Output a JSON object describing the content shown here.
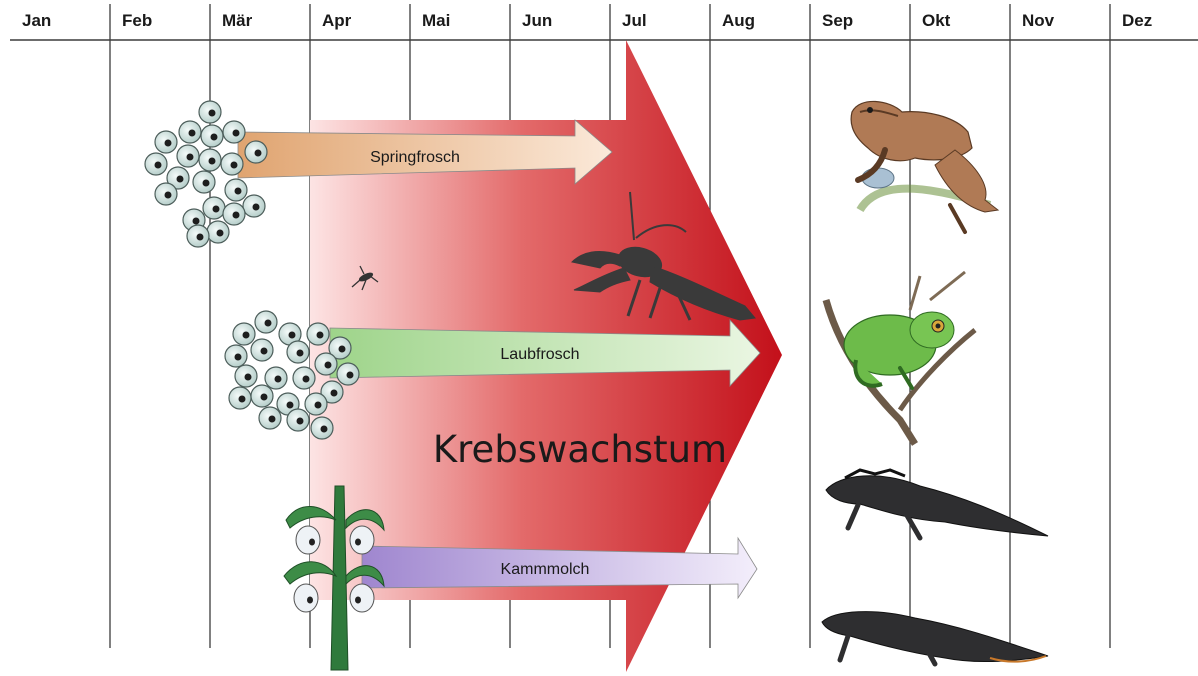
{
  "months": [
    "Jan",
    "Feb",
    "Mär",
    "Apr",
    "Mai",
    "Jun",
    "Jul",
    "Aug",
    "Sep",
    "Okt",
    "Nov",
    "Dez"
  ],
  "growth_label": "Krebswachstum",
  "species_arrows": [
    {
      "label": "Springfrosch",
      "color": "#e8b487"
    },
    {
      "label": "Laubfrosch",
      "color": "#b9dfa6"
    },
    {
      "label": "Kammmolch",
      "color": "#b7a3d6"
    }
  ],
  "colors": {
    "growth_arrow": "#c4141c",
    "grid_line": "#3c3c3c",
    "egg": "#c8dcd8",
    "frog_brown": "#9a6b4c",
    "frog_green": "#6dbb4a",
    "newt": "#2e2e30",
    "crayfish": "#3a3a3a"
  },
  "icons": {
    "crayfish": "crayfish-icon",
    "mosquito": "mosquito-icon",
    "spawn": "frog-spawn-icon",
    "newt_eggs": "newt-eggs-on-plant-icon",
    "brown_frog": "agile-frog-icon",
    "tree_frog": "tree-frog-icon",
    "newt": "crested-newt-icon"
  }
}
